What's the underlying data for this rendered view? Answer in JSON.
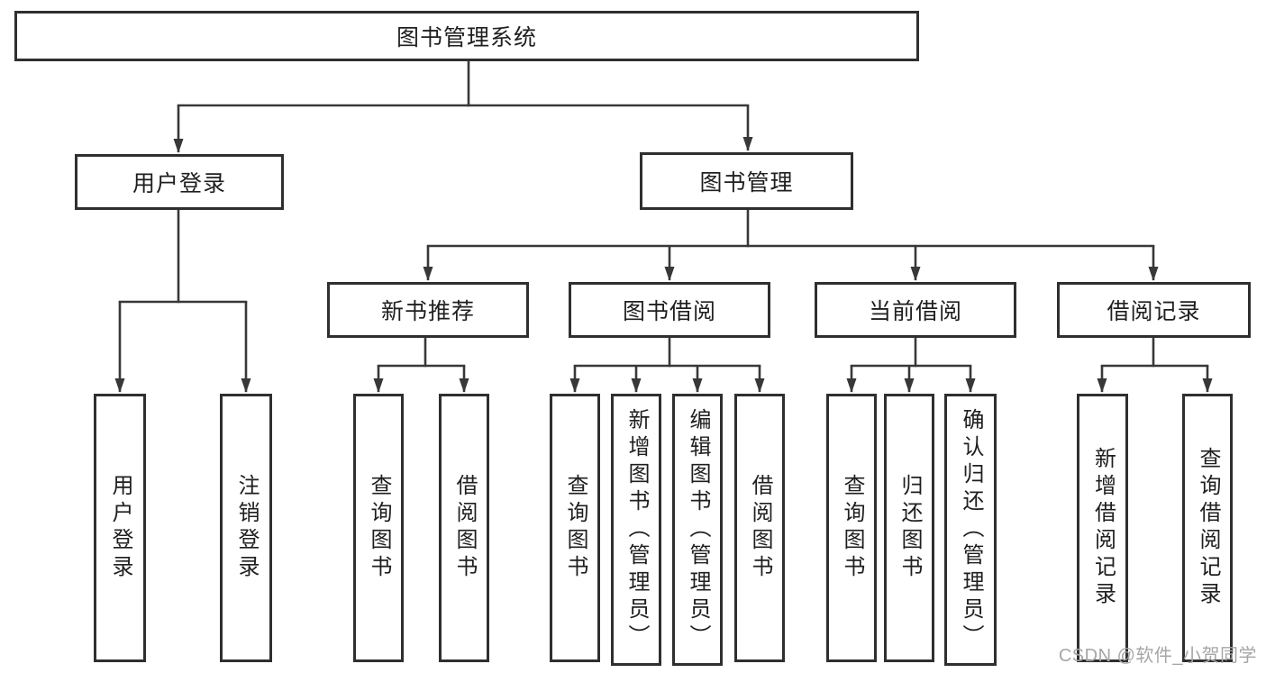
{
  "colors": {
    "line": "#383838",
    "border": "#2f2f2f",
    "text": "#1f1f1f",
    "watermark": "#a6a6a6",
    "bg": "#ffffff"
  },
  "tree": {
    "root": {
      "label": "图书管理系统"
    },
    "level2": [
      {
        "label": "用户登录"
      },
      {
        "label": "图书管理"
      }
    ],
    "level3": [
      {
        "label": "新书推荐"
      },
      {
        "label": "图书借阅"
      },
      {
        "label": "当前借阅"
      },
      {
        "label": "借阅记录"
      }
    ],
    "groups": [
      {
        "parent": "用户登录",
        "children": [
          "用户登录",
          "注销登录"
        ]
      },
      {
        "parent": "新书推荐",
        "children": [
          "查询图书",
          "借阅图书"
        ]
      },
      {
        "parent": "图书借阅",
        "children": [
          "查询图书",
          "新增图书（管理员）",
          "编辑图书（管理员）",
          "借阅图书"
        ]
      },
      {
        "parent": "当前借阅",
        "children": [
          "查询图书",
          "归还图书",
          "确认归还（管理员）"
        ]
      },
      {
        "parent": "借阅记录",
        "children": [
          "新增借阅记录",
          "查询借阅记录"
        ]
      }
    ]
  },
  "watermark": {
    "text": "CSDN @软件_小贺同学"
  }
}
